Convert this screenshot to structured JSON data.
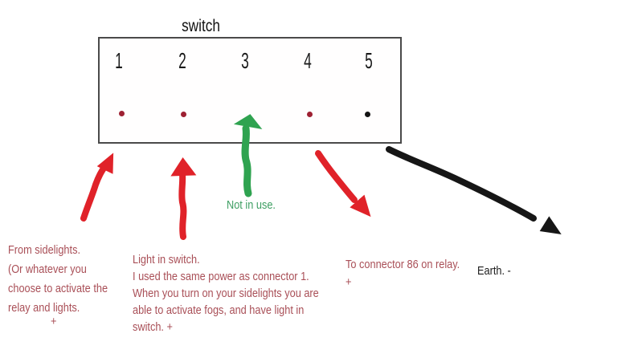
{
  "diagram": {
    "title": "switch",
    "terminals": [
      {
        "number": "1",
        "dot": "red"
      },
      {
        "number": "2",
        "dot": "red"
      },
      {
        "number": "3",
        "dot": "none-green-arrow"
      },
      {
        "number": "4",
        "dot": "red"
      },
      {
        "number": "5",
        "dot": "black"
      }
    ],
    "annotations": {
      "from_sidelights": "From sidelights.\n(Or whatever you\nchoose to activate the\nrelay and lights.",
      "from_sidelights_plus": "+",
      "light_in_switch": "Light in switch.\nI used the same power as connector 1.\nWhen you turn on your sidelights you are\nable to activate fogs, and have light in\nswitch. +",
      "not_in_use": "Not in use.",
      "connector_86": "To connector 86 on relay.\n+",
      "earth": "Earth. -"
    },
    "colors": {
      "arrow_red": "#e02229",
      "arrow_green": "#2fa350",
      "arrow_black": "#161616",
      "dot_red": "#9e2133",
      "dot_black": "#141414",
      "text_red": "#a94f57",
      "text_green": "#3d9e62",
      "text_black": "#1c1c1c",
      "box_border": "#4a4a4a",
      "background": "#ffffff"
    }
  }
}
